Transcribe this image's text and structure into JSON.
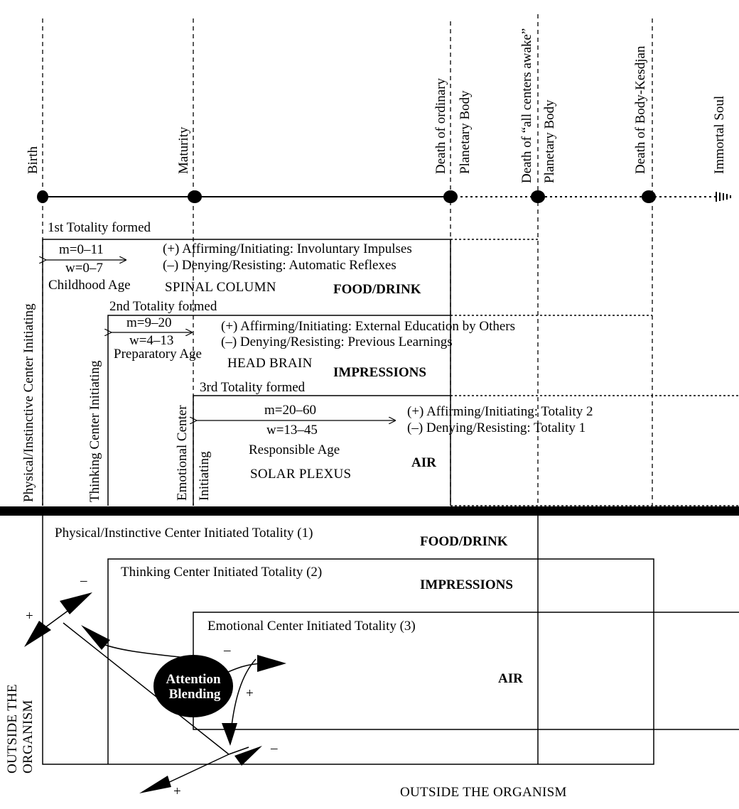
{
  "timeline": {
    "milestones": [
      "Birth",
      "Maturity",
      "Death of ordinary",
      "Planetary Body",
      "Death of “all centers awake”",
      "Planetary Body",
      "Death of Body-Kesdjan",
      "Immortal Soul"
    ]
  },
  "vertical_labels": {
    "physical": "Physical/Instinctive Center Initiating",
    "thinking": "Thinking Center Initiating",
    "emotional": "Emotional Center",
    "emotional2": "Initiating"
  },
  "totality1": {
    "formed": "1st Totality formed",
    "m_range": "m=0–11",
    "w_range": "w=0–7",
    "age": "Childhood Age",
    "affirming": "(+) Affirming/Initiating: Involuntary Impulses",
    "denying": "(–) Denying/Resisting: Automatic Reflexes",
    "organ": "SPINAL COLUMN",
    "food": "FOOD/DRINK"
  },
  "totality2": {
    "formed": "2nd Totality formed",
    "m_range": "m=9–20",
    "w_range": "w=4–13",
    "age": "Preparatory Age",
    "affirming": "(+) Affirming/Initiating: External Education by Others",
    "denying": "(–) Denying/Resisting: Previous Learnings",
    "organ": "HEAD BRAIN",
    "food": "IMPRESSIONS"
  },
  "totality3": {
    "formed": "3rd Totality formed",
    "m_range": "m=20–60",
    "w_range": "w=13–45",
    "age": "Responsible Age",
    "affirming": "(+) Affirming/Initiating: Totality 2",
    "denying": "(–) Denying/Resisting: Totality 1",
    "organ": "SOLAR PLEXUS",
    "food": "AIR"
  },
  "lower": {
    "box1": "Physical/Instinctive Center Initiated Totality (1)",
    "box1_food": "FOOD/DRINK",
    "box2": "Thinking Center Initiated Totality (2)",
    "box2_food": "IMPRESSIONS",
    "box3": "Emotional Center Initiated Totality (3)",
    "box3_food": "AIR",
    "attention_line1": "Attention",
    "attention_line2": "Blending",
    "outside_bottom": "OUTSIDE THE ORGANISM",
    "outside_left1": "OUTSIDE THE",
    "outside_left2": "ORGANISM",
    "signs": {
      "minus": "–",
      "plus": "+"
    }
  }
}
